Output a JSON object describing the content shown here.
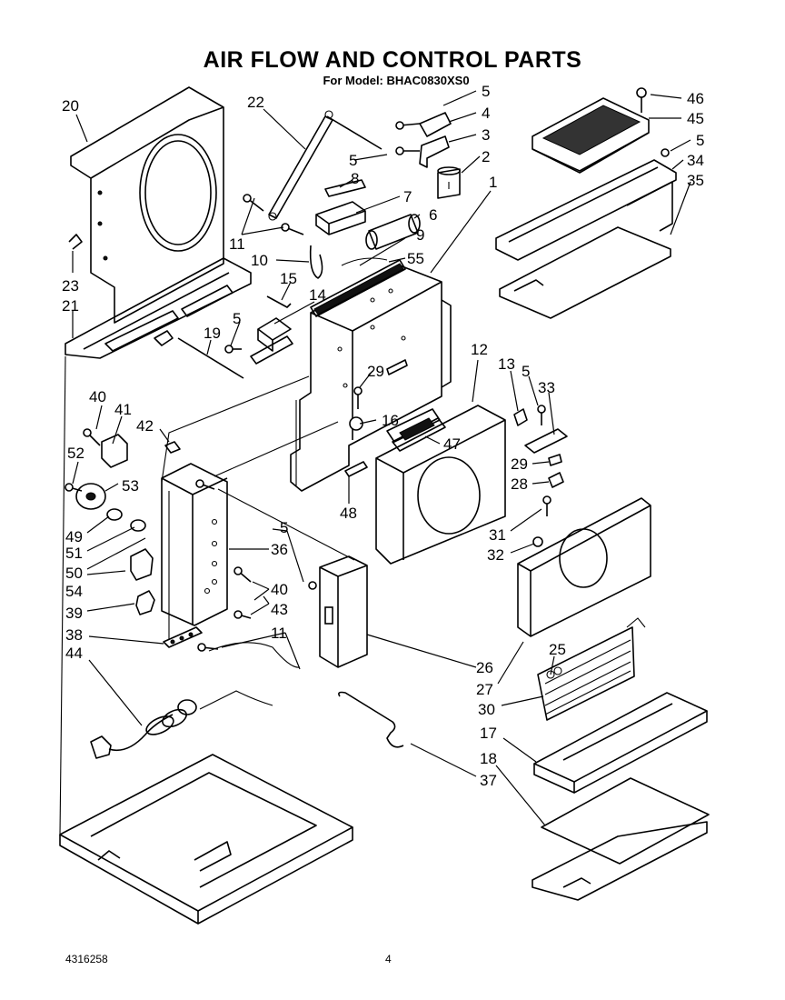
{
  "header": {
    "title": "AIR FLOW AND CONTROL PARTS",
    "model": "For Model: BHAC0830XS0"
  },
  "footer": {
    "document_number": "4316258",
    "page_number": "4"
  },
  "callouts": [
    "20",
    "22",
    "5",
    "4",
    "3",
    "2",
    "5",
    "8",
    "7",
    "6",
    "1",
    "11",
    "9",
    "10",
    "55",
    "23",
    "21",
    "15",
    "14",
    "5",
    "19",
    "12",
    "13",
    "5",
    "33",
    "29",
    "16",
    "47",
    "40",
    "41",
    "42",
    "52",
    "53",
    "49",
    "51",
    "50",
    "54",
    "39",
    "38",
    "44",
    "5",
    "36",
    "40",
    "43",
    "11",
    "48",
    "29",
    "28",
    "31",
    "32",
    "26",
    "27",
    "25",
    "30",
    "17",
    "18",
    "37",
    "46",
    "45",
    "5",
    "34",
    "35"
  ]
}
